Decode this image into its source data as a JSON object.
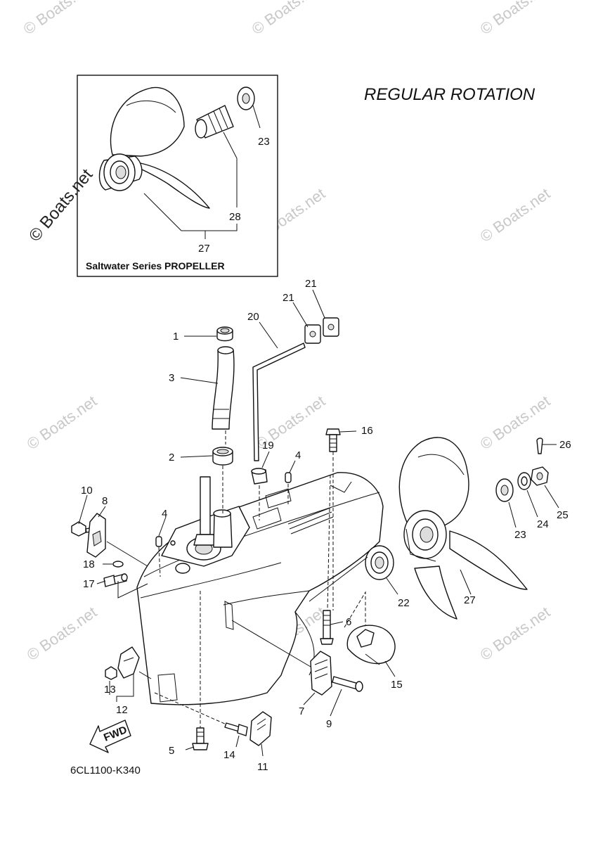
{
  "title": "REGULAR ROTATION",
  "inset_caption": "Saltwater Series PROPELLER",
  "diagram_code": "6CL1100-K340",
  "fwd_label": "FWD",
  "watermark": "© Boats.net",
  "callouts": {
    "c1": "1",
    "c2": "2",
    "c3": "3",
    "c4a": "4",
    "c4b": "4",
    "c5": "5",
    "c6": "6",
    "c7": "7",
    "c8": "8",
    "c9": "9",
    "c10": "10",
    "c11": "11",
    "c12": "12",
    "c13": "13",
    "c14": "14",
    "c15": "15",
    "c16": "16",
    "c17": "17",
    "c18": "18",
    "c19": "19",
    "c20": "20",
    "c21a": "21",
    "c21b": "21",
    "c22": "22",
    "c23a": "23",
    "c23b": "23",
    "c24": "24",
    "c25": "25",
    "c26": "26",
    "c27a": "27",
    "c27b": "27",
    "c28": "28"
  }
}
